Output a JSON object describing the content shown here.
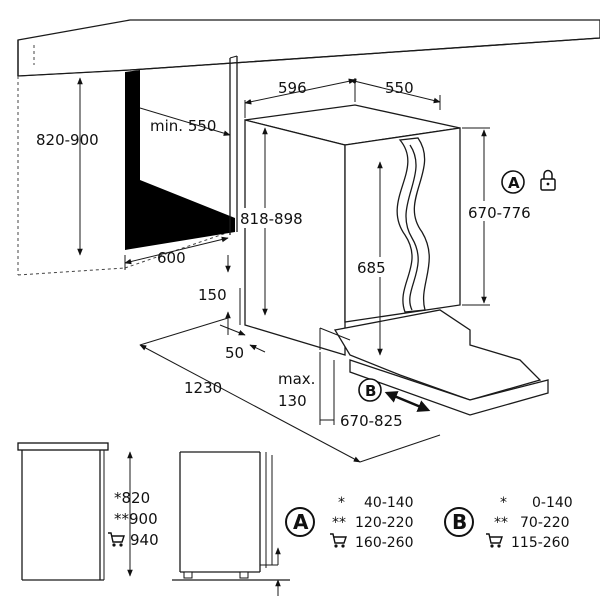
{
  "dims": {
    "d820_900": "820-900",
    "min550": "min. 550",
    "d600": "600",
    "d596": "596",
    "d550": "550",
    "d818_898": "818-898",
    "d670_776": "670-776",
    "d685": "685",
    "d150": "150",
    "d50": "50",
    "d1230": "1230",
    "max": "max.",
    "d130": "130",
    "d670_825": "670-825"
  },
  "markers": {
    "a": "A",
    "b": "B"
  },
  "heights": {
    "h1": "*820",
    "h2": "**900",
    "h3": "940"
  },
  "legend_a": {
    "letter": "A",
    "rows": [
      {
        "mark": "*",
        "range": "40-140"
      },
      {
        "mark": "**",
        "range": "120-220"
      },
      {
        "mark": "",
        "range": "160-260"
      }
    ]
  },
  "legend_b": {
    "letter": "B",
    "rows": [
      {
        "mark": "*",
        "range": "0-140"
      },
      {
        "mark": "**",
        "range": "70-220"
      },
      {
        "mark": "",
        "range": "115-260"
      }
    ]
  },
  "icons": [
    "lock-icon",
    "cart-icon"
  ]
}
